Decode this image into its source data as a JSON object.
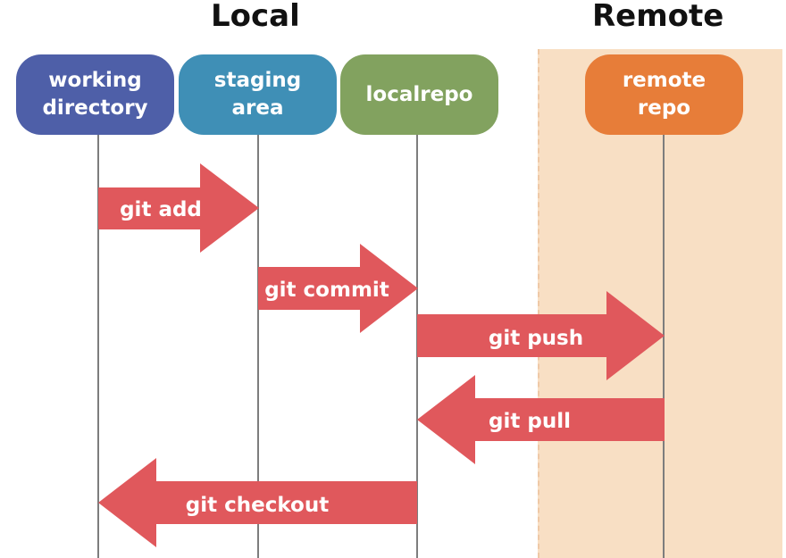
{
  "titles": {
    "local": "Local",
    "remote": "Remote"
  },
  "colors": {
    "arrow": "#e0585c",
    "remote_background": "#f8dfc4",
    "lifeline": "#7d7d7d"
  },
  "nodes": [
    {
      "label": "working\ndirectory",
      "color": "#4e5fa8"
    },
    {
      "label": "staging\narea",
      "color": "#3f8fb6"
    },
    {
      "label": "localrepo",
      "color": "#82a25f"
    },
    {
      "label": "remote\nrepo",
      "color": "#e77d39"
    }
  ],
  "commands": [
    {
      "label": "git add",
      "from": "working directory",
      "to": "staging area"
    },
    {
      "label": "git commit",
      "from": "staging area",
      "to": "localrepo"
    },
    {
      "label": "git push",
      "from": "localrepo",
      "to": "remote repo"
    },
    {
      "label": "git pull",
      "from": "remote repo",
      "to": "localrepo"
    },
    {
      "label": "git checkout",
      "from": "localrepo",
      "to": "working directory"
    }
  ]
}
